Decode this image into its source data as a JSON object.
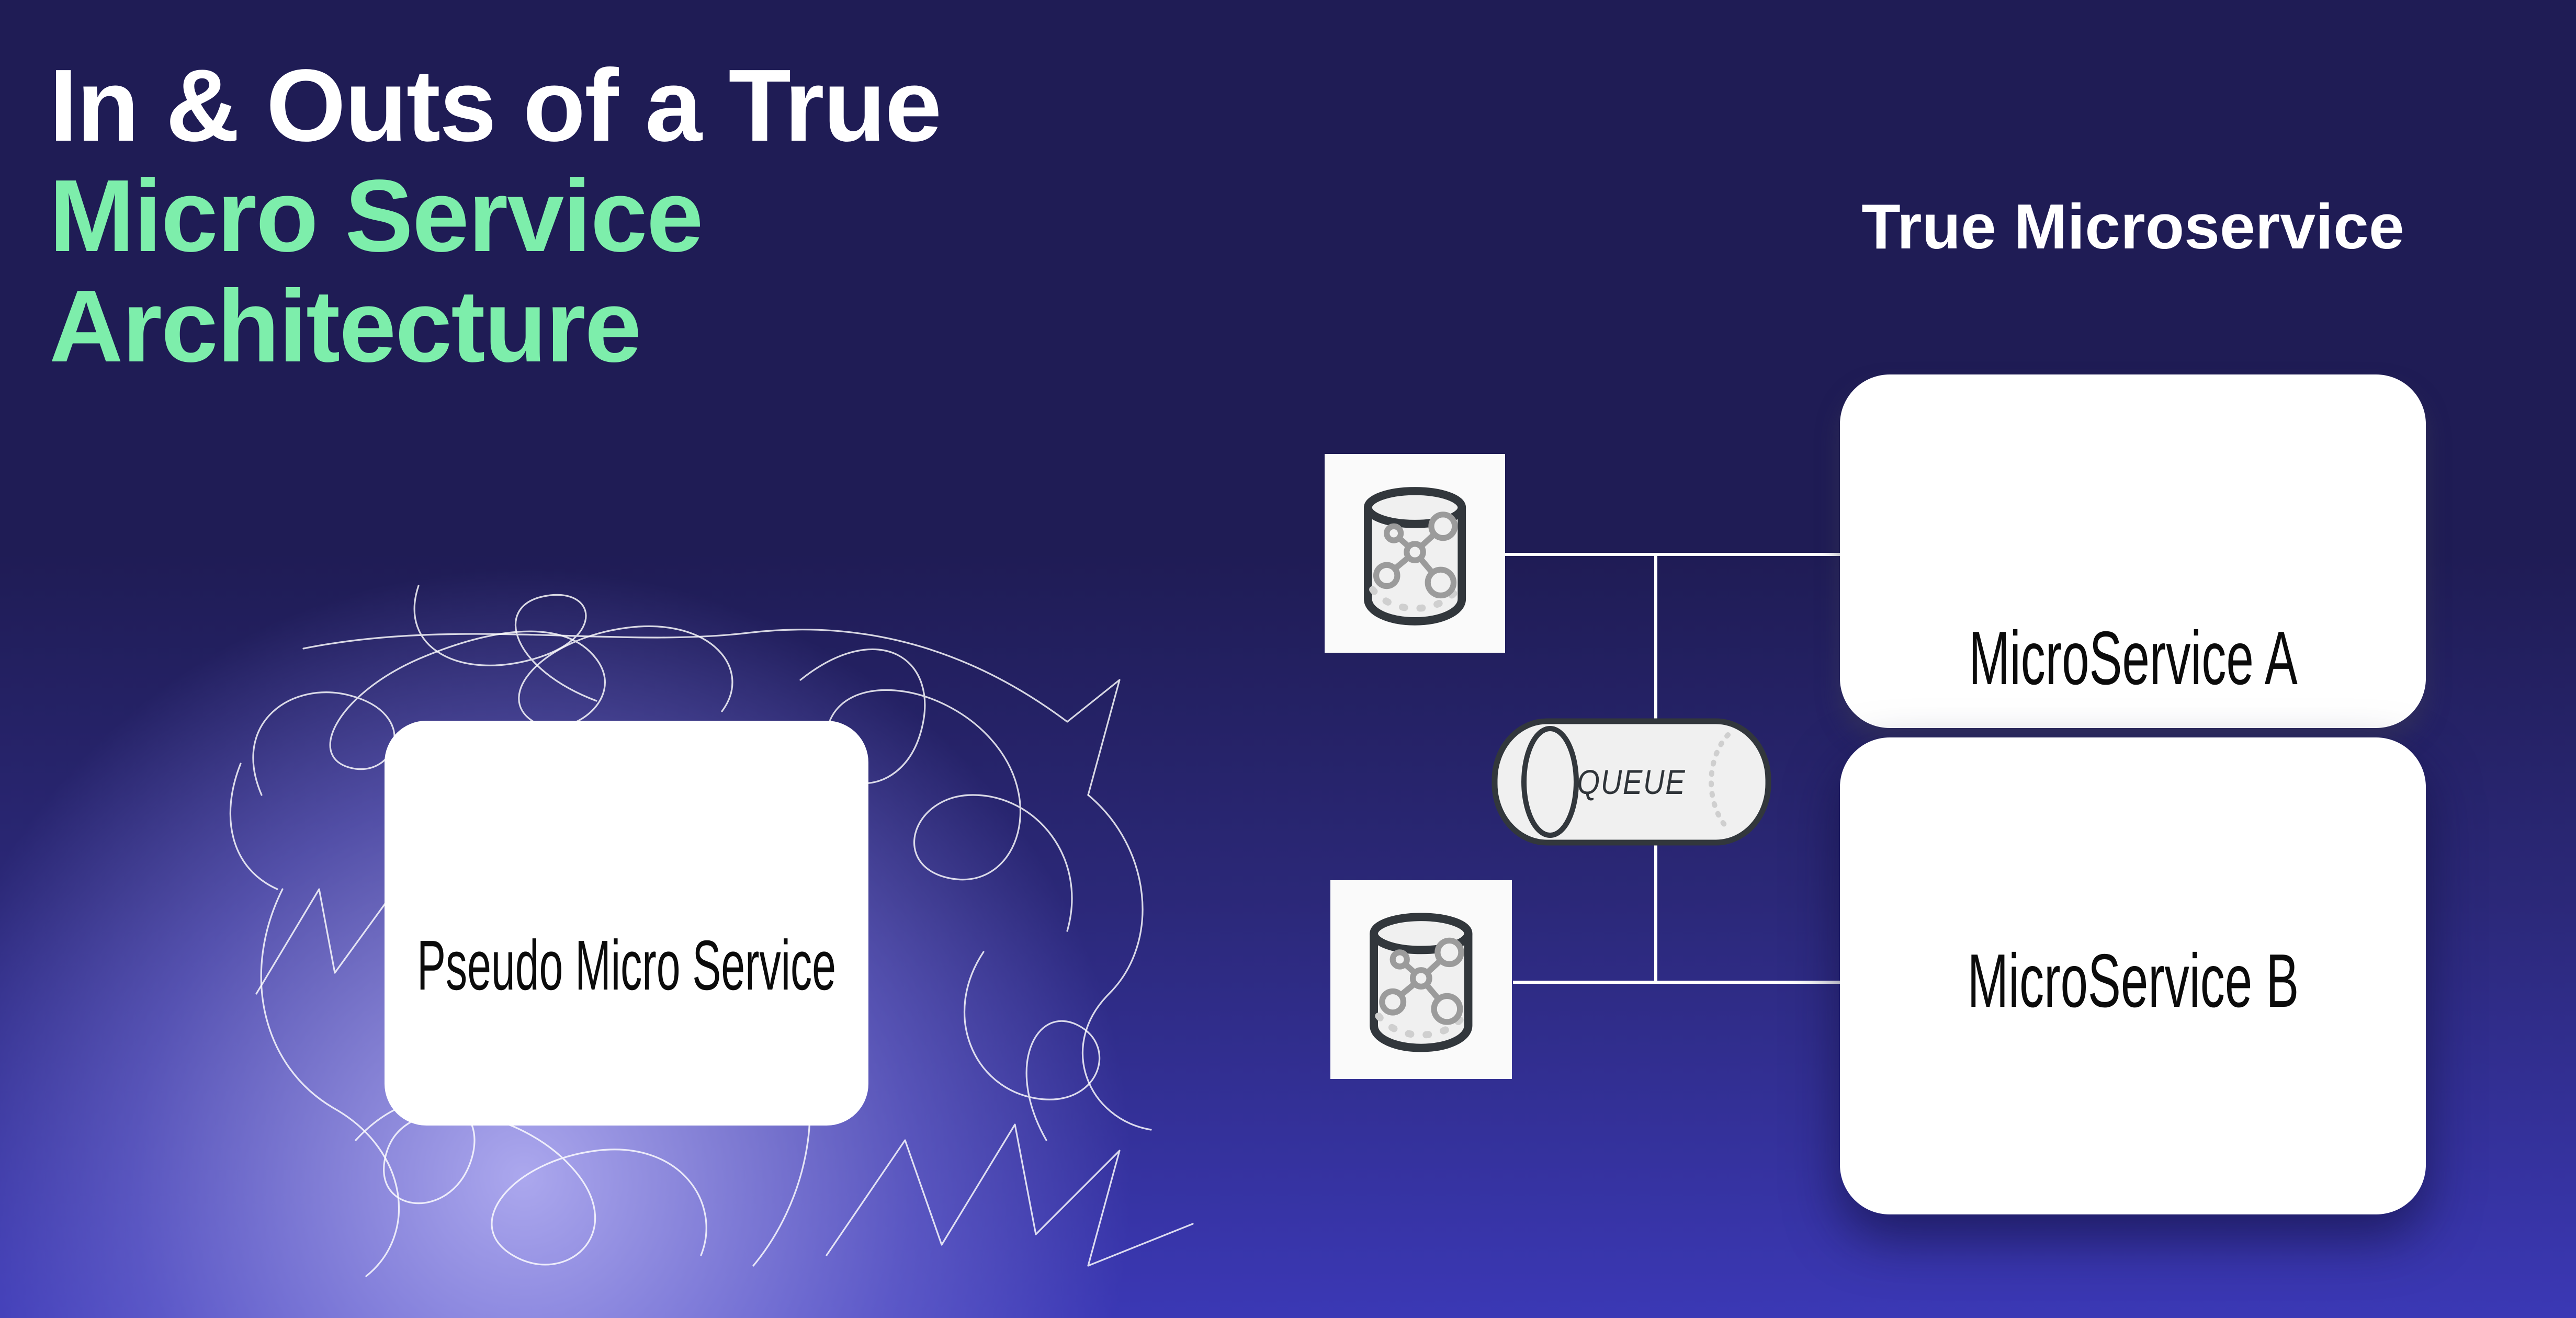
{
  "title": {
    "line1": "In & Outs of a True",
    "line2": "Micro Service",
    "line3": "Architecture"
  },
  "pseudo": {
    "label": "Pseudo Micro Service"
  },
  "true_side": {
    "heading": "True Microservice",
    "queue_label": "QUEUE",
    "services": [
      {
        "label": "MicroService A"
      },
      {
        "label": "MicroService B"
      }
    ]
  },
  "icons": {
    "top_database": "database-network-icon",
    "bottom_database": "database-network-icon",
    "queue": "queue-cylinder-icon",
    "scribble": "scribble-tangle"
  },
  "colors": {
    "bg_top": "#1f1c55",
    "bg_bottom": "#3b38b5",
    "glow": "#aca8f0",
    "accent_green": "#7deeab",
    "white": "#ffffff",
    "label_ink": "#0b0b0b",
    "connector": "#ffffff",
    "icon_bg": "#fafafa",
    "cyl_outline": "#32373c",
    "cyl_fill": "#f0f0f0",
    "node_gray": "#9b9b9b",
    "dash_gray": "#cfcfcf",
    "queue_text": "#2f3439"
  }
}
